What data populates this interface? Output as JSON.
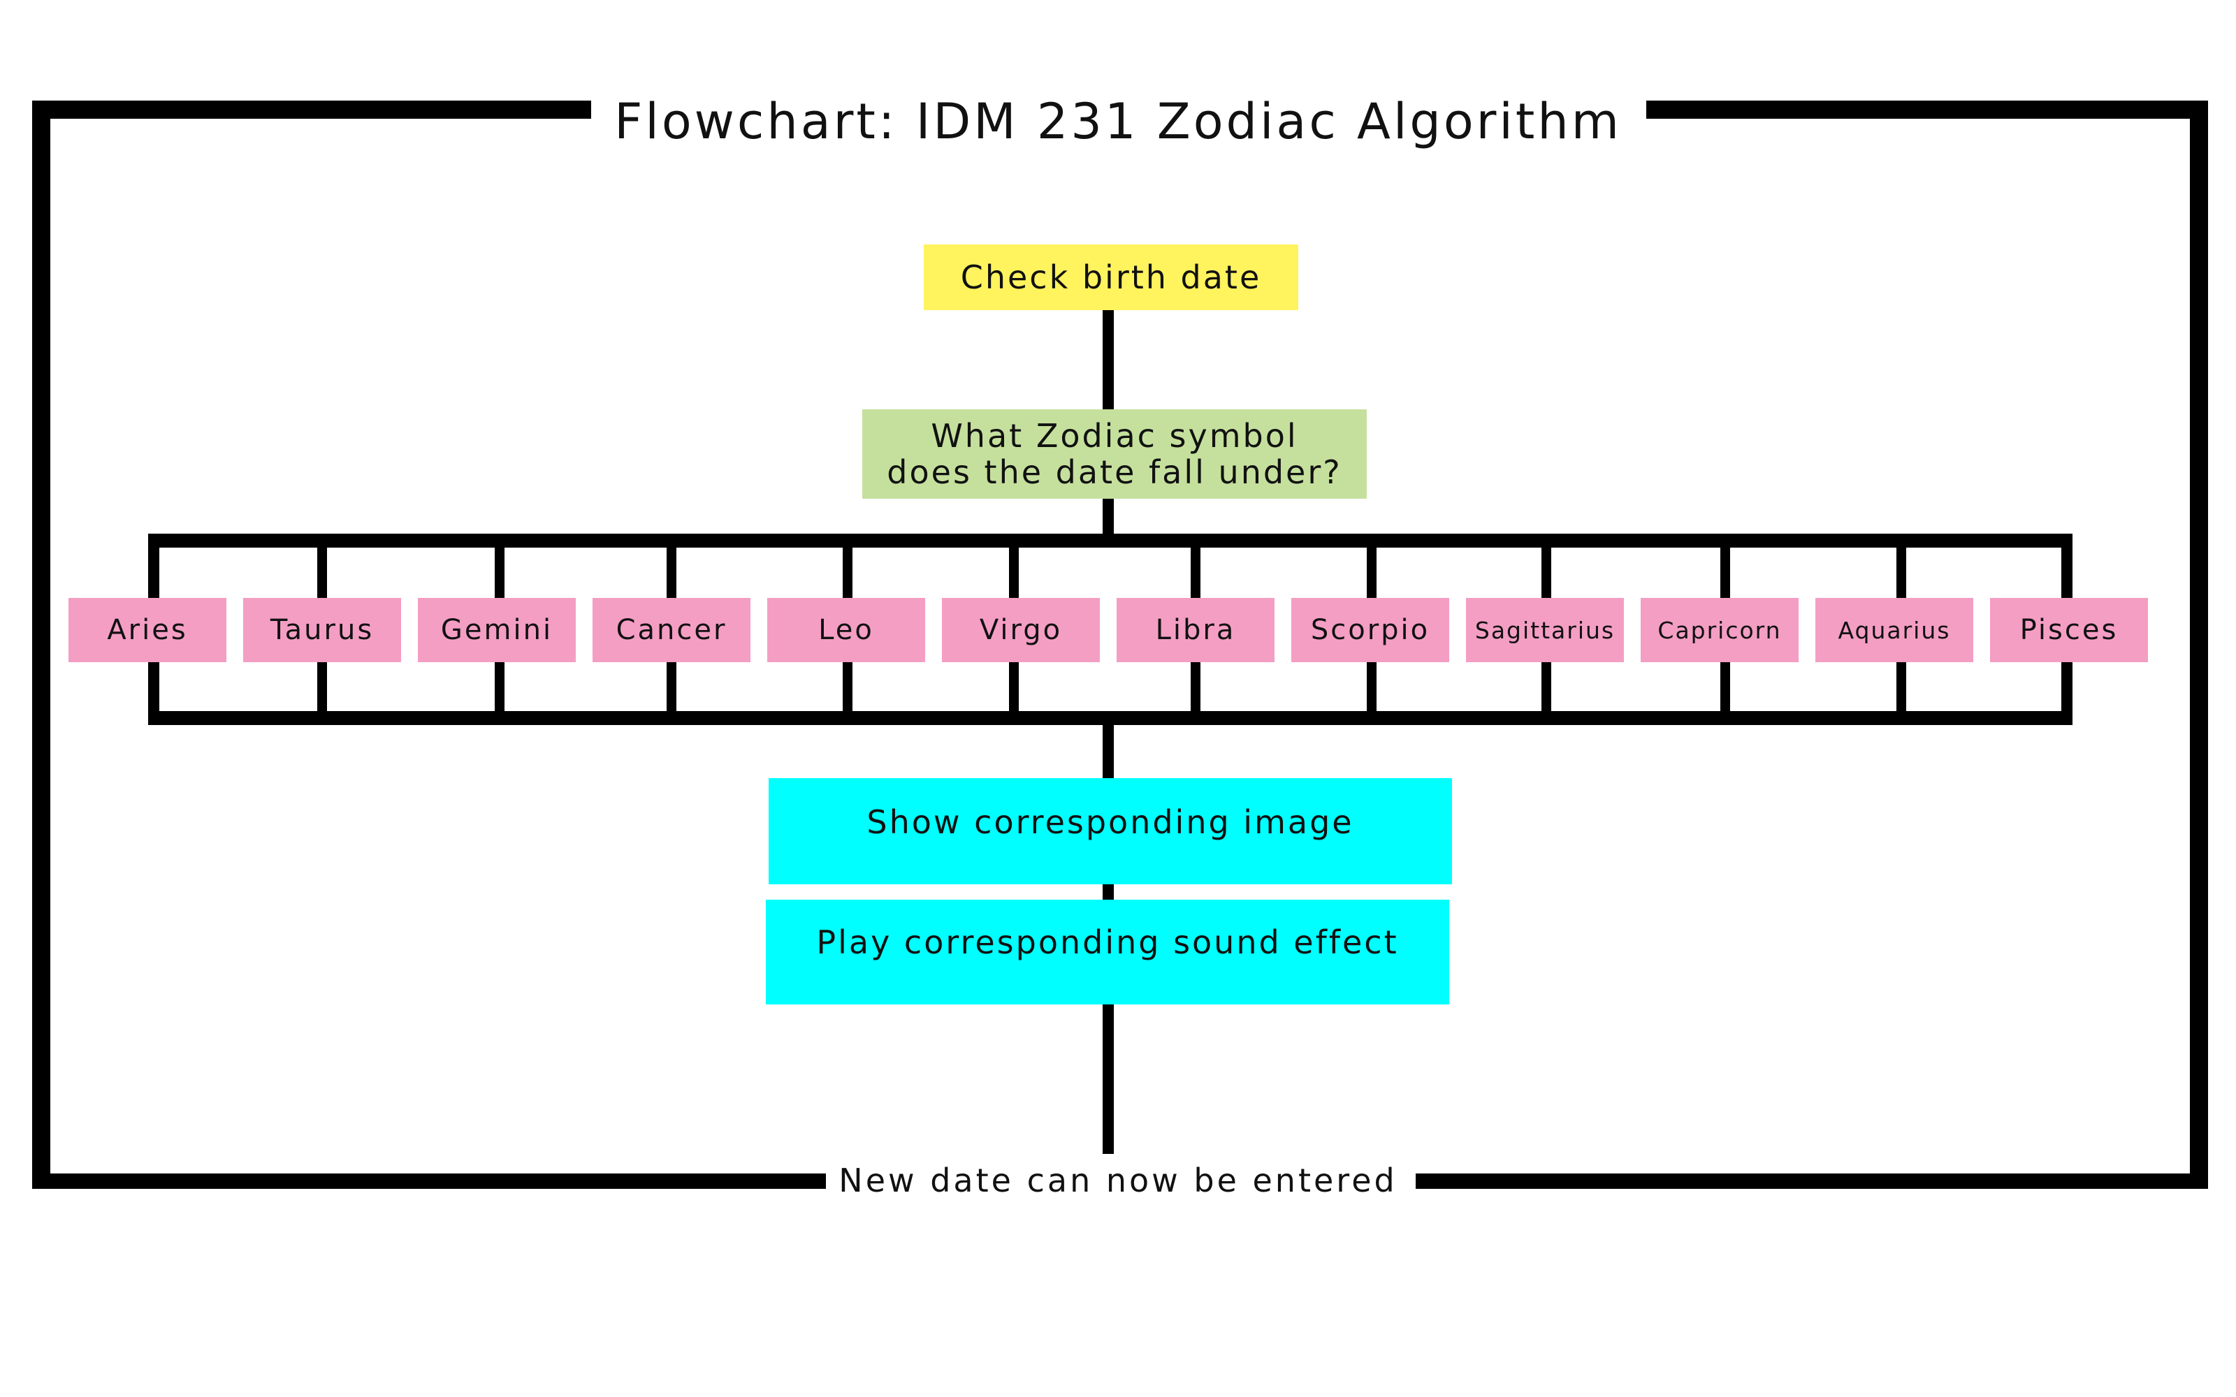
{
  "diagram": {
    "title": "Flowchart: IDM 231 Zodiac Algorithm",
    "start": "Check birth date",
    "question_line1": "What Zodiac symbol",
    "question_line2": "does the date fall under?",
    "signs": [
      "Aries",
      "Taurus",
      "Gemini",
      "Cancer",
      "Leo",
      "Virgo",
      "Libra",
      "Scorpio",
      "Sagittarius",
      "Capricorn",
      "Aquarius",
      "Pisces"
    ],
    "action_image": "Show corresponding image",
    "action_sound": "Play corresponding sound effect",
    "end": "New date can now be entered"
  },
  "colors": {
    "start": "#fff35e",
    "question": "#c5e09d",
    "signs": "#f49ec4",
    "actions": "#00ffff",
    "lines": "#000000"
  }
}
